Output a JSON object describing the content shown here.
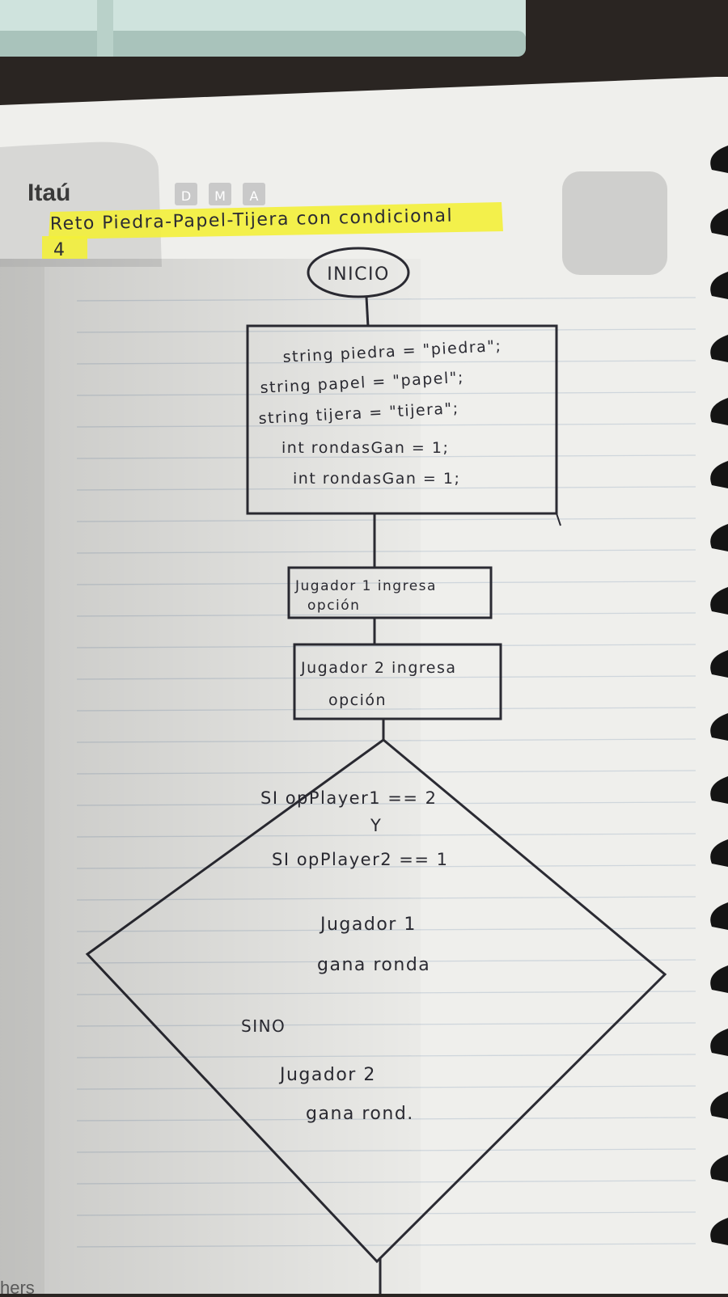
{
  "header": {
    "brand": "Itaú",
    "date_boxes": [
      "D",
      "M",
      "A"
    ],
    "title": "Reto Piedra-Papel-Tijera con condicional",
    "page_number": "4"
  },
  "flowchart": {
    "start": "INICIO",
    "declarations": [
      "string piedra = \"piedra\";",
      "string papel = \"papel\";",
      "string tijera = \"tijera\";",
      "int rondasGan = 1;",
      "int rondasGan = 1;"
    ],
    "step_player1": [
      "Jugador 1 ingresa",
      "opción"
    ],
    "step_player2": [
      "Jugador 2 ingresa",
      "opción"
    ],
    "decision": {
      "condition_1": "SI opPlayer1 == 2",
      "connector": "Y",
      "condition_2": "SI opPlayer2 == 1",
      "then_1": "Jugador 1",
      "then_2": "gana ronda",
      "else_label": "SINO",
      "else_1": "Jugador 2",
      "else_2": "gana rond."
    }
  },
  "footer_fragment": "hers",
  "colors": {
    "paper": "#efefec",
    "line": "#cfd6dc",
    "ink": "#2b2b33",
    "highlight": "#f3ef3a",
    "header_gray": "#d7d7d5",
    "date_box": "#c9c9c9",
    "ring": "#141414",
    "case": "#cfe3dd",
    "desk": "#2a2522"
  }
}
